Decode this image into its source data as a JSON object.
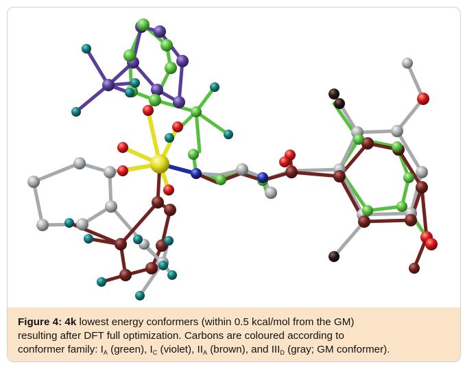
{
  "figure": {
    "caption": {
      "label": "Figure 4:",
      "compound": "4k",
      "line1_rest": "lowest energy conformers (within 0.5 kcal/mol from the GM)",
      "line2": "resulting after DFT full optimization. Carbons are coloured according to",
      "line3_prefix": "conformer family: I",
      "f1_sub": "A",
      "f1_text": "(green), I",
      "f2_sub": "C",
      "f2_text": "(violet), II",
      "f3_sub": "A",
      "f3_text": "(brown), and III",
      "f4_sub": "D",
      "f4_text": "(gray; GM conformer)."
    }
  },
  "colors": {
    "green": "#57c040",
    "violet": "#5a3f9a",
    "brown": "#6e2320",
    "gray": "#a7aaad",
    "yellow": "#e4de24",
    "teal": "#157a7a",
    "red": "#d8181d",
    "blue": "#1f2c9c",
    "black": "#2a1a14",
    "caption_bg": "#fbe3c8"
  }
}
